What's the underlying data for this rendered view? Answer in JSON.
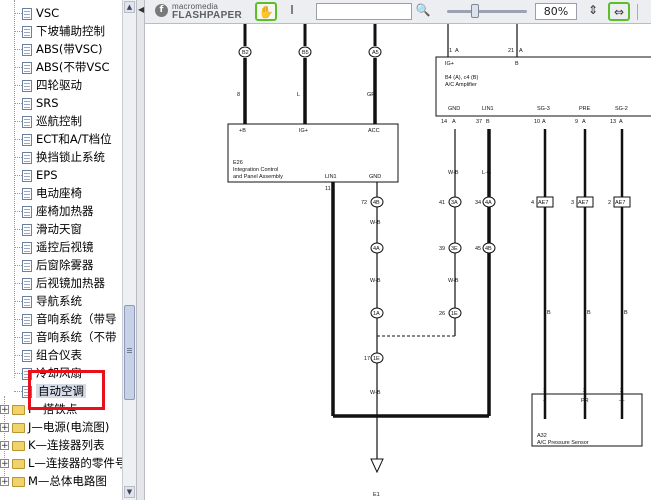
{
  "tree": {
    "items": [
      {
        "label": "VSC"
      },
      {
        "label": "下坡辅助控制"
      },
      {
        "label": "ABS(带VSC)"
      },
      {
        "label": "ABS(不带VSC"
      },
      {
        "label": "四轮驱动"
      },
      {
        "label": "SRS"
      },
      {
        "label": "巡航控制"
      },
      {
        "label": "ECT和A/T档位"
      },
      {
        "label": "换挡锁止系统"
      },
      {
        "label": "EPS"
      },
      {
        "label": "电动座椅"
      },
      {
        "label": "座椅加热器"
      },
      {
        "label": "滑动天窗"
      },
      {
        "label": "遥控后视镜"
      },
      {
        "label": "后窗除雾器"
      },
      {
        "label": "后视镜加热器"
      },
      {
        "label": "导航系统"
      },
      {
        "label": "音响系统（带导"
      },
      {
        "label": "音响系统（不带"
      },
      {
        "label": "组合仪表"
      },
      {
        "label": "冷却风扇"
      },
      {
        "label": "自动空调"
      }
    ],
    "folders": [
      {
        "label": "I—搭铁点"
      },
      {
        "label": "J—电源(电流图)"
      },
      {
        "label": "K—连接器列表"
      },
      {
        "label": "L—连接器的零件号"
      },
      {
        "label": "M—总体电路图"
      }
    ],
    "selected": "自动空调"
  },
  "toolbar": {
    "logo_top": "macromedia",
    "logo_main": "FLASHPAPER",
    "zoom": "80%",
    "search_value": ""
  },
  "diagram": {
    "top_pins": [
      "B2",
      "B5",
      "A5"
    ],
    "upper_labels": [
      "8",
      "L",
      "GR"
    ],
    "e26": {
      "ref": "E26",
      "line1": "Integration Control",
      "line2": "and Panel Assembly",
      "pins": [
        "+B",
        "IG+",
        "ACC",
        "LIN1",
        "GND"
      ],
      "pin_num": "11"
    },
    "amp": {
      "pins_top": [
        "1",
        "A",
        "21",
        "A"
      ],
      "labels_top": [
        "IG+",
        "B"
      ],
      "title1": "B4 (A), c4 (B)",
      "title2": "A/C Amplifier",
      "out_names": [
        "GND",
        "LIN1",
        "SG-3",
        "PRE",
        "SG-2"
      ],
      "out_pins": [
        "14",
        "A",
        "37",
        "B",
        "10",
        "A",
        "9",
        "A",
        "13",
        "A"
      ]
    },
    "splices": [
      "4B",
      "4A",
      "3A",
      "3E",
      "4A",
      "4B",
      "1A",
      "1E",
      "1E"
    ],
    "splice_nums": [
      "72",
      "41",
      "34",
      "39",
      "45",
      "26",
      "17"
    ],
    "wire_labels": [
      "W-B",
      "W-B",
      "W-B",
      "W-B",
      "L-G",
      "W-B",
      "B",
      "B",
      "B"
    ],
    "ae_labels": [
      "AE7",
      "AE7",
      "AE7"
    ],
    "ae_nums": [
      "4",
      "3",
      "2"
    ],
    "a32": {
      "ref": "A32",
      "name": "A/C Pressure Sensor",
      "pins": [
        "1",
        "3",
        "2"
      ],
      "pin_names": [
        "+",
        "PR",
        "—"
      ]
    },
    "ground": "E1"
  }
}
